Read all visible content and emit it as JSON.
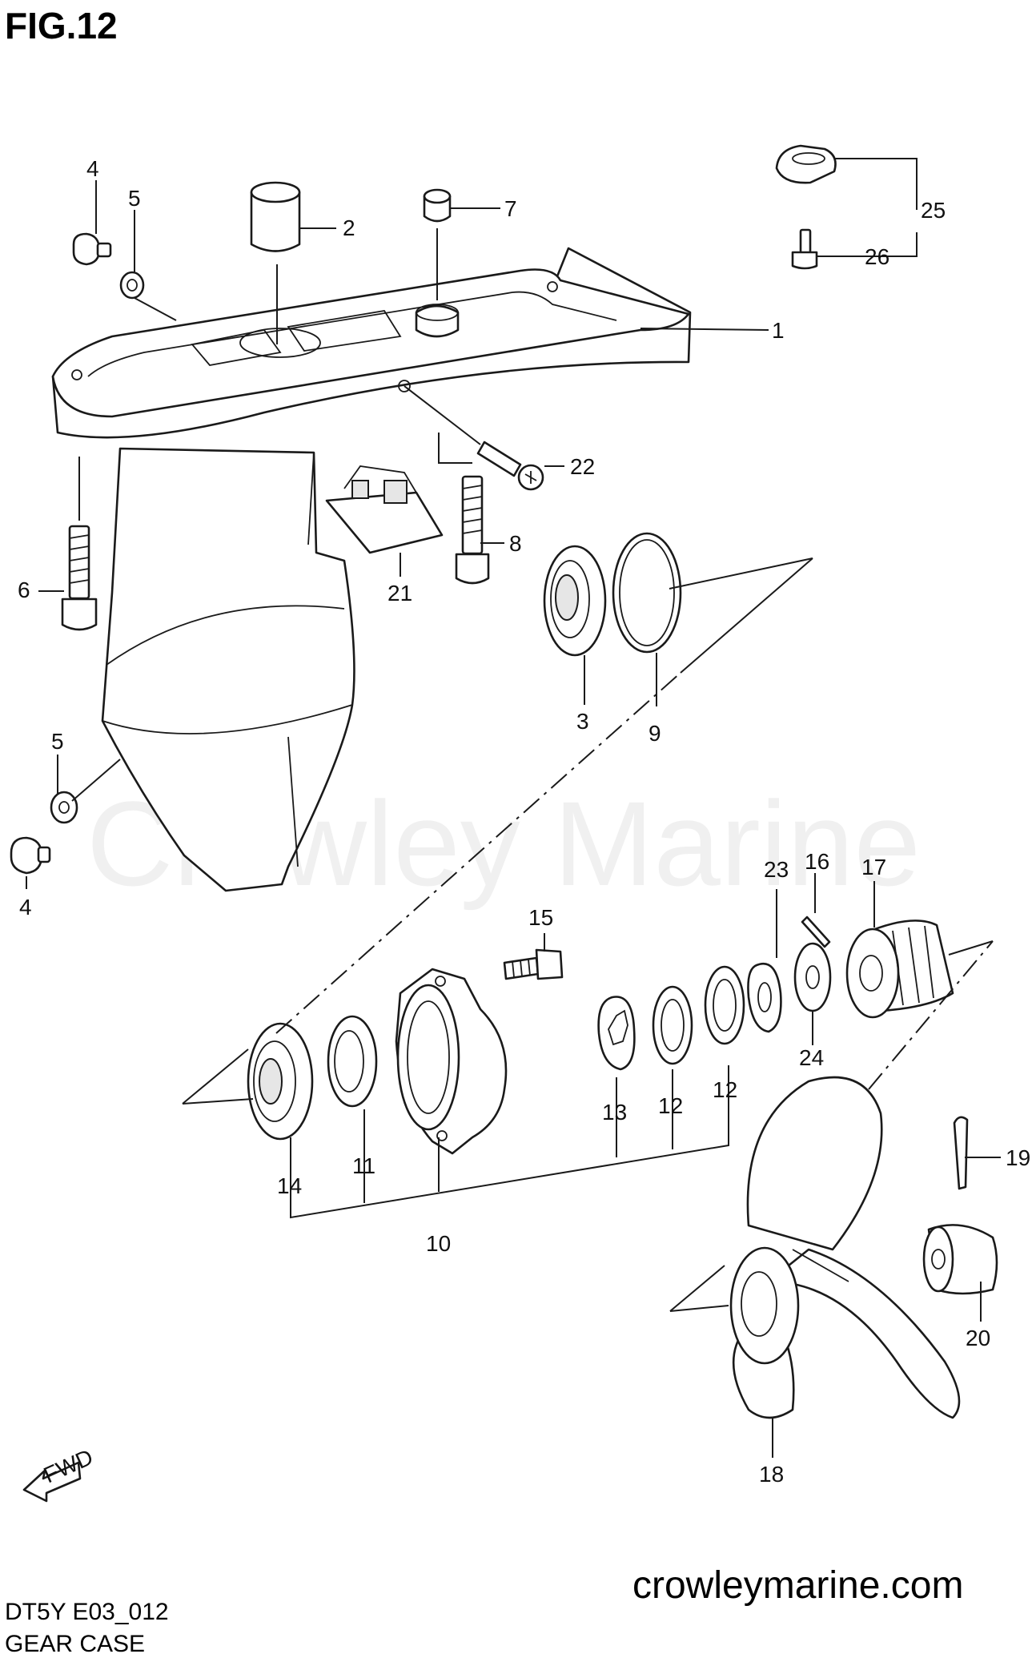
{
  "figure_title": "FIG.12",
  "watermark": "Crowley Marine",
  "website": "crowleymarine.com",
  "diagram_code": "DT5Y E03_012",
  "diagram_name": "GEAR CASE",
  "fwd_label": "FWD",
  "callouts": {
    "c1": "1",
    "c2": "2",
    "c3": "3",
    "c4a": "4",
    "c4b": "4",
    "c5a": "5",
    "c5b": "5",
    "c6": "6",
    "c7": "7",
    "c8": "8",
    "c9": "9",
    "c10": "10",
    "c11": "11",
    "c12a": "12",
    "c12b": "12",
    "c13": "13",
    "c14": "14",
    "c15": "15",
    "c16": "16",
    "c17": "17",
    "c18": "18",
    "c19": "19",
    "c20": "20",
    "c21": "21",
    "c22": "22",
    "c23": "23",
    "c24": "24",
    "c25": "25",
    "c26": "26"
  }
}
